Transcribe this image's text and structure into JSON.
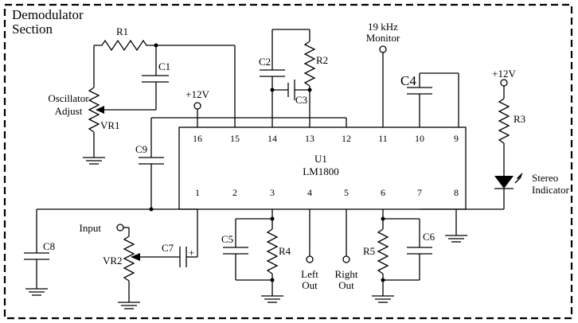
{
  "section_title": [
    "Demodulator",
    "Section"
  ],
  "ic": {
    "ref": "U1",
    "part": "LM1800"
  },
  "pins_top": [
    "16",
    "15",
    "14",
    "13",
    "12",
    "11",
    "10",
    "9"
  ],
  "pins_bottom": [
    "1",
    "2",
    "3",
    "4",
    "5",
    "6",
    "7",
    "8"
  ],
  "labels": {
    "r1": "R1",
    "c1": "C1",
    "vr1": "VR1",
    "osc_adjust": [
      "Oscillator",
      "Adjust"
    ],
    "plus12_a": "+12V",
    "c9": "C9",
    "c2": "C2",
    "r2": "R2",
    "c3": "C3",
    "monitor": [
      "19 kHz",
      "Monitor"
    ],
    "c4": "C4",
    "plus12_b": "+12V",
    "r3": "R3",
    "stereo": [
      "Stereo",
      "Indicator"
    ],
    "c8": "C8",
    "input": "Input",
    "vr2": "VR2",
    "c7": "C7",
    "c7_plus": "+",
    "c5": "C5",
    "r4": "R4",
    "left_out": [
      "Left",
      "Out"
    ],
    "right_out": [
      "Right",
      "Out"
    ],
    "r5": "R5",
    "c6": "C6"
  }
}
